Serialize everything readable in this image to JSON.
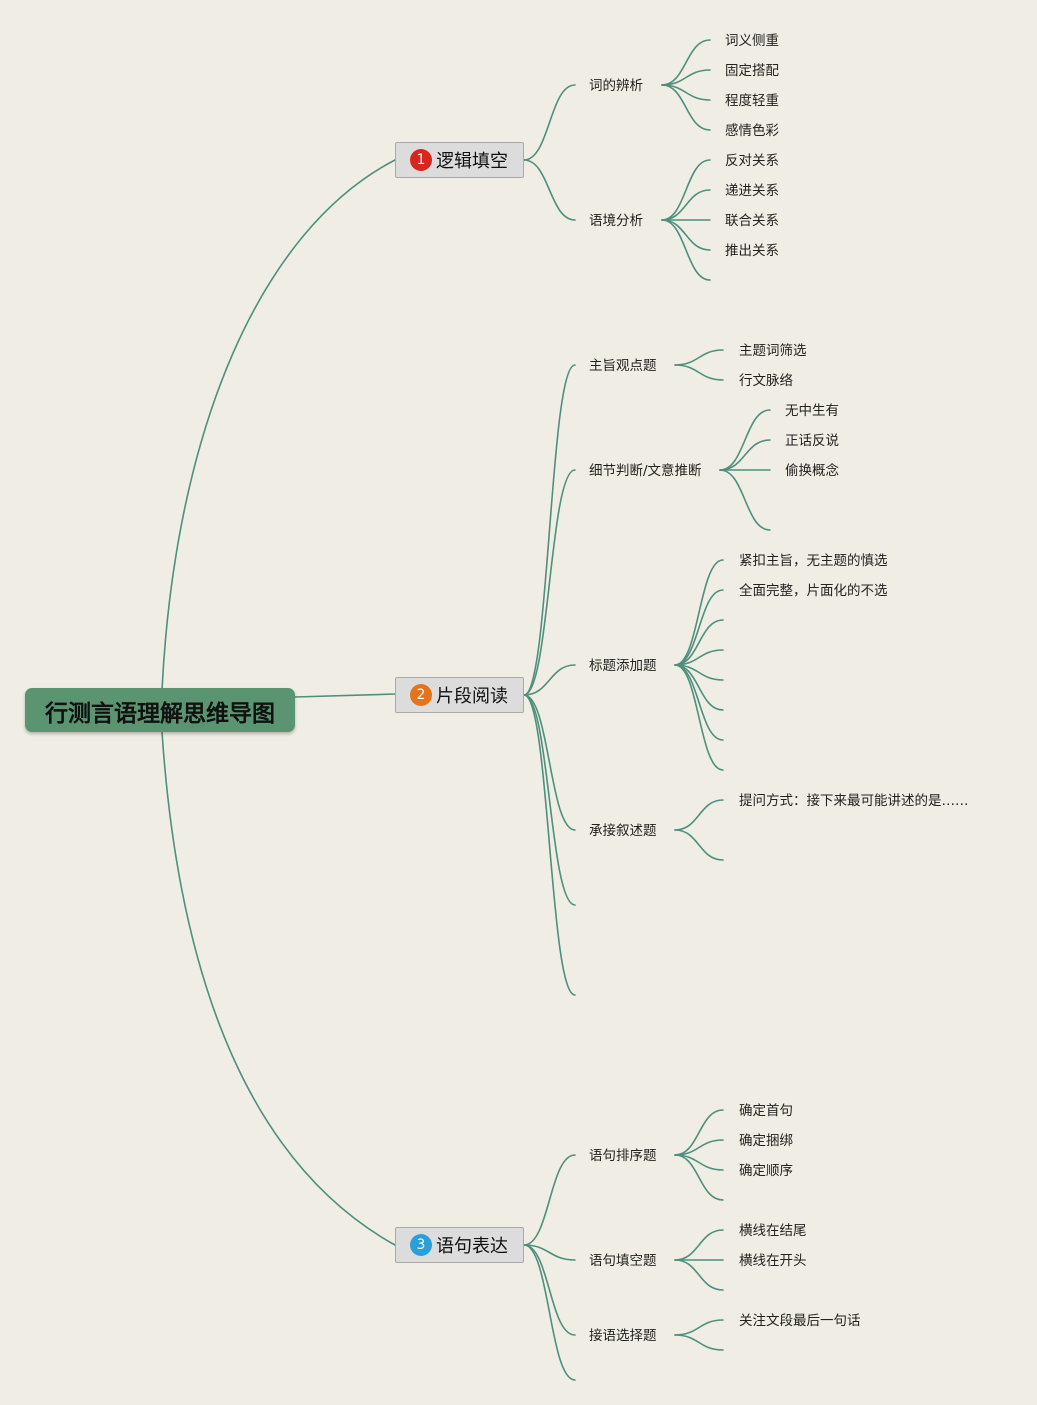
{
  "root": {
    "label": "行测言语理解思维导图"
  },
  "branches": [
    {
      "number": "1",
      "label": "逻辑填空",
      "badge_color": "#d8261c",
      "children": [
        {
          "label": "词的辨析",
          "leaves": [
            "词义侧重",
            "固定搭配",
            "程度轻重",
            "感情色彩"
          ]
        },
        {
          "label": "语境分析",
          "leaves": [
            "反对关系",
            "递进关系",
            "联合关系",
            "推出关系"
          ]
        }
      ]
    },
    {
      "number": "2",
      "label": "片段阅读",
      "badge_color": "#e5731b",
      "children": [
        {
          "label": "主旨观点题",
          "leaves": [
            "主题词筛选",
            "行文脉络"
          ]
        },
        {
          "label": "细节判断/文意推断",
          "leaves": [
            "无中生有",
            "正话反说",
            "偷换概念"
          ]
        },
        {
          "label": "标题添加题",
          "leaves": [
            "紧扣主旨，无主题的慎选",
            "全面完整，片面化的不选"
          ]
        },
        {
          "label": "承接叙述题",
          "leaves": [
            "提问方式：接下来最可能讲述的是……"
          ]
        }
      ]
    },
    {
      "number": "3",
      "label": "语句表达",
      "badge_color": "#2a9fd8",
      "children": [
        {
          "label": "语句排序题",
          "leaves": [
            "确定首句",
            "确定捆绑",
            "确定顺序"
          ]
        },
        {
          "label": "语句填空题",
          "leaves": [
            "横线在结尾",
            "横线在开头"
          ]
        },
        {
          "label": "接语选择题",
          "leaves": [
            "关注文段最后一句话"
          ]
        }
      ]
    }
  ],
  "colors": {
    "line": "#4e8f7e",
    "root_fill": "#5a9471",
    "background": "#f0ede4"
  }
}
